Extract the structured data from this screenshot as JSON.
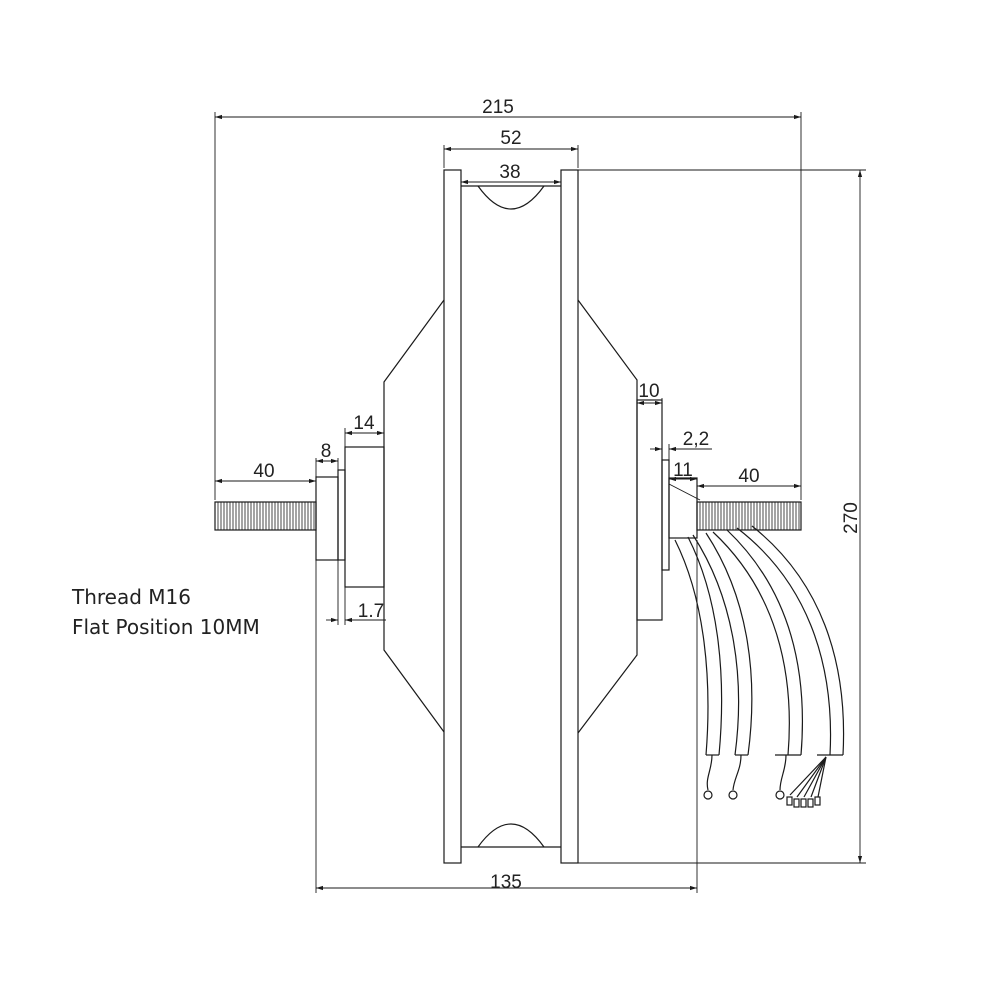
{
  "dimensions": {
    "overall_width": "215",
    "rim_outer_width": "52",
    "rim_inner_width": "38",
    "overall_height": "270",
    "left_axle_length": "40",
    "right_axle_length": "40",
    "left_nut_width": "8",
    "left_flange_width": "14",
    "left_spacer": "1.7",
    "right_flange_width": "10",
    "right_spacer": "2,2",
    "right_nut_width": "11",
    "dropout_width": "135"
  },
  "notes": {
    "thread": "Thread M16",
    "flat_position": "Flat Position 10MM"
  }
}
